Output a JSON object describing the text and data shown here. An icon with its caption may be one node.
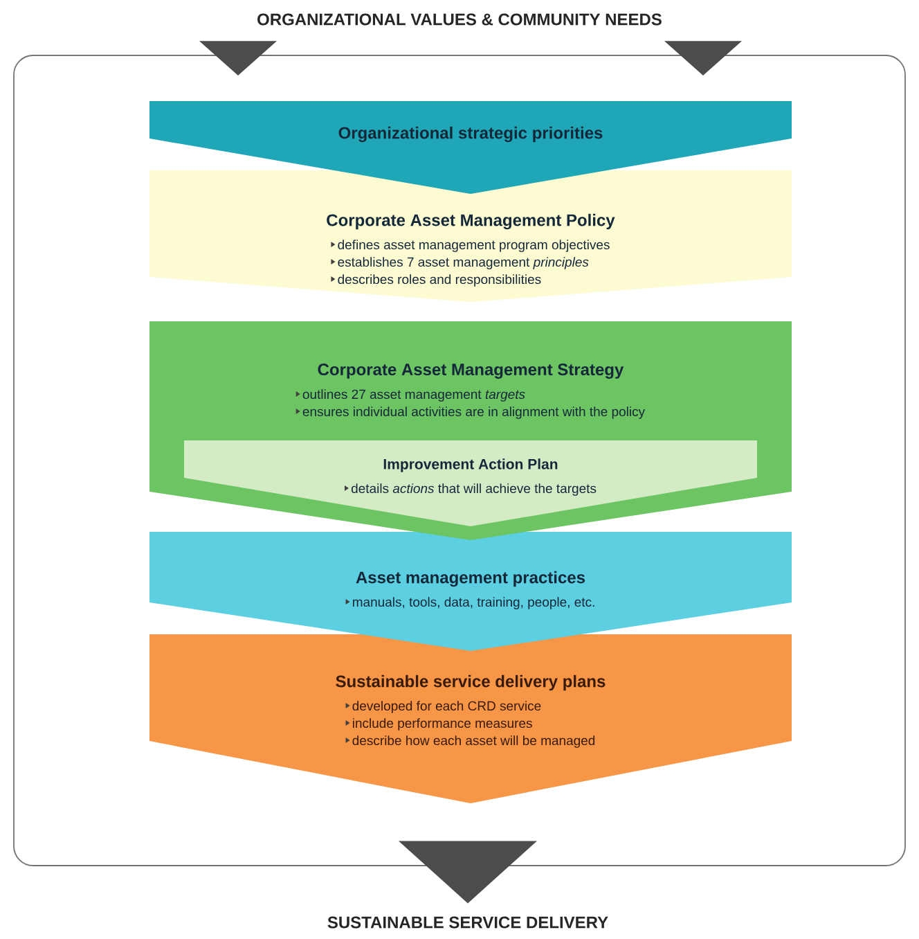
{
  "diagram": {
    "nodes": [
      {
        "text": [
          "ORGANIZATIONAL VALUES & COMMUNITY NEEDS"
        ]
      },
      {
        "text": [],
        "shape": "box"
      },
      {
        "text": [
          "Organizational strategic priorities"
        ],
        "in": 1
      },
      {
        "text": [
          "Corporate Asset Management Policy",
          "defines asset management program objectives",
          "establishes 7 asset management *principles*",
          "describes roles and responsibilities"
        ],
        "in": 1
      },
      {
        "text": [
          "Corporate Asset Management Strategy",
          "outlines 27 asset management *targets*",
          "ensures individual activities are in alignment with the policy"
        ],
        "in": 1
      },
      {
        "text": [
          "Improvement Action Plan",
          "details *actions* that will achieve the targets"
        ],
        "in": 4
      },
      {
        "text": [
          "Asset management practices",
          "manuals, tools, data, training, people, etc."
        ],
        "in": 1
      },
      {
        "text": [
          "Sustainable service delivery plans",
          "developed for each CRD service",
          "include performance measures",
          "describe how each asset will be managed"
        ],
        "in": 1
      },
      {
        "text": [
          "SUSTAINABLE SERVICE DELIVERY"
        ]
      }
    ],
    "edges": [
      {
        "from": 0,
        "to": 1,
        "arrow": "to"
      },
      {
        "from": 0,
        "to": 1,
        "arrow": "to"
      },
      {
        "from": 1,
        "to": 8,
        "arrow": "to"
      }
    ]
  }
}
